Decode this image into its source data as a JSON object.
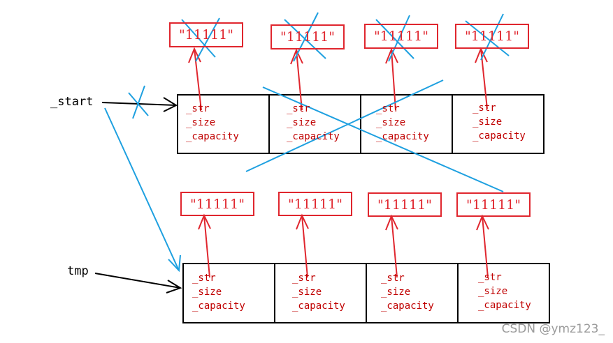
{
  "labels": {
    "start": "_start",
    "tmp": "tmp"
  },
  "fields": [
    "_str",
    "_size",
    "_capacity"
  ],
  "string_value": "\"11111\"",
  "watermark": "CSDN @ymz123_",
  "colors": {
    "outline": "#000000",
    "pointer": "#e0262e",
    "cross": "#1ea0e0",
    "text_red": "#c00000"
  }
}
